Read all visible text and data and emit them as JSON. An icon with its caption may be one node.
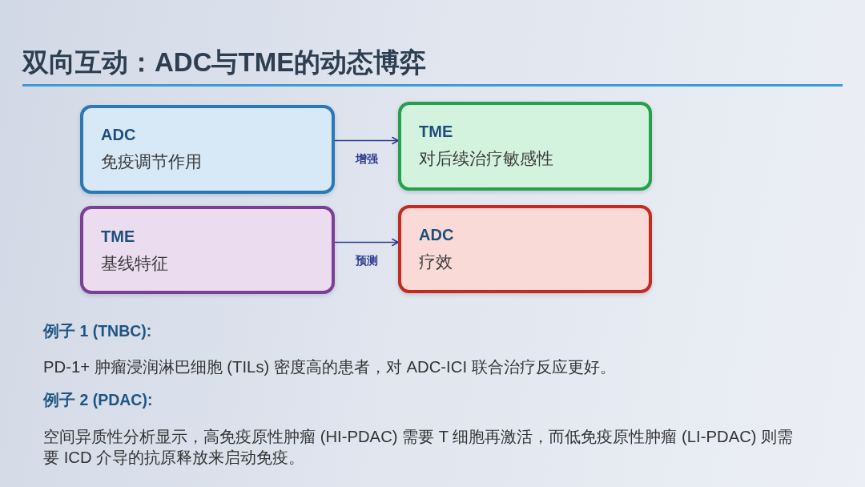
{
  "diagram": {
    "title": "双向互动：ADC与TME的动态博弈",
    "nodes": [
      {
        "text": [
          "ADC",
          "免疫调节作用"
        ]
      },
      {
        "text": [
          "TME",
          "对后续治疗敏感性"
        ]
      },
      {
        "text": [
          "TME",
          "基线特征"
        ]
      },
      {
        "text": [
          "ADC",
          "疗效"
        ]
      }
    ],
    "edges": [
      {
        "from": 0,
        "to": 1,
        "arrow": "to",
        "label": "增强"
      },
      {
        "from": 2,
        "to": 3,
        "arrow": "to",
        "label": "预测"
      }
    ],
    "labels": [
      "例子 1 (TNBC):",
      "PD-1+ 肿瘤浸润淋巴细胞 (TILs) 密度高的患者，对 ADC-ICI 联合治疗反应更好。",
      "例子 2 (PDAC):",
      "空间异质性分析显示，高免疫原性肿瘤 (HI-PDAC) 需要 T 细胞再激活，而低免疫原性肿瘤 (LI-PDAC) 则需要 ICD 介导的抗原释放来启动免疫。"
    ]
  }
}
